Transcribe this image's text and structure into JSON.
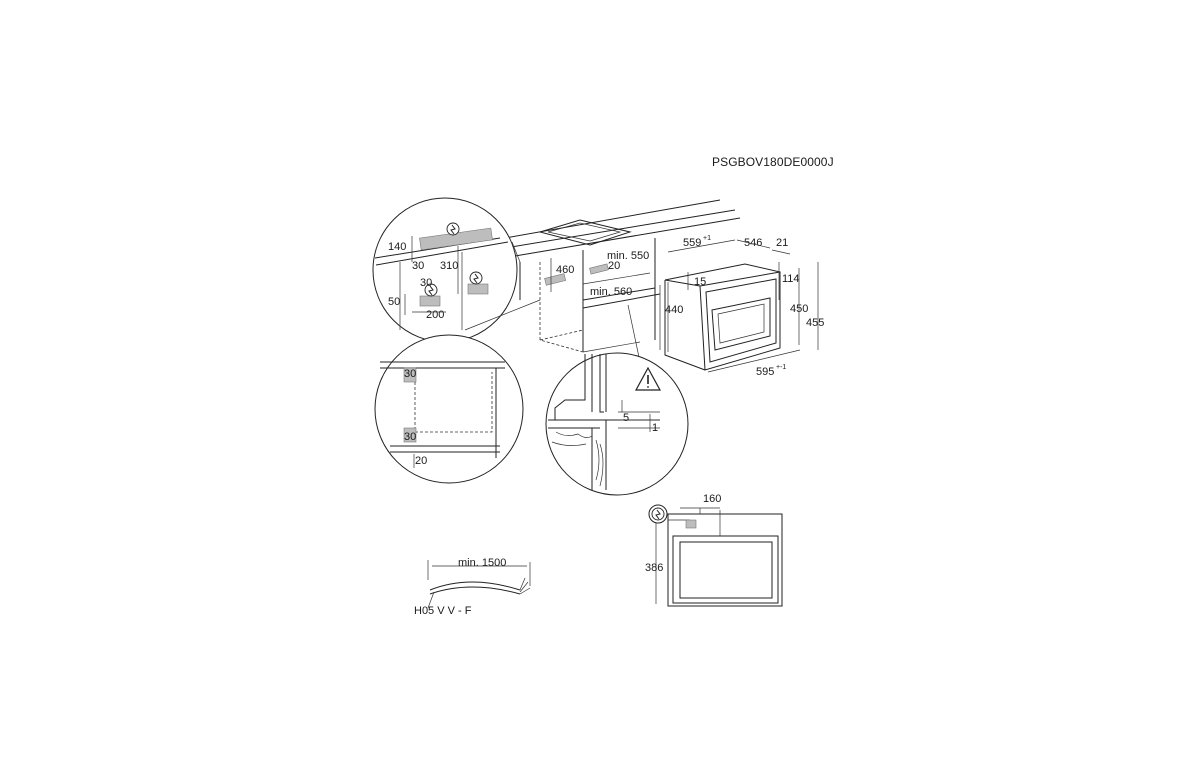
{
  "model_code": "PSGBOV180DE0000J",
  "dimensions": {
    "d140": "140",
    "d30a": "30",
    "d310": "310",
    "d30b": "30",
    "d50": "50",
    "d200": "200",
    "d460": "460",
    "min550": "min. 550",
    "d20a": "20",
    "min560": "min. 560",
    "d559": "559",
    "d559_tol": "+1",
    "d546": "546",
    "d21": "21",
    "d15": "15",
    "d114": "114",
    "d440": "440",
    "d450": "450",
    "d455": "455",
    "d595": "595",
    "d595_tol": "+-1",
    "d30c": "30",
    "d30d": "30",
    "d20b": "20",
    "d5": "5",
    "d1": "1",
    "d160": "160",
    "d386": "386",
    "min1500": "min. 1500"
  },
  "cable_label": "H05 V V - F",
  "icons": [
    "power-plug-icon",
    "warning-triangle-icon"
  ]
}
